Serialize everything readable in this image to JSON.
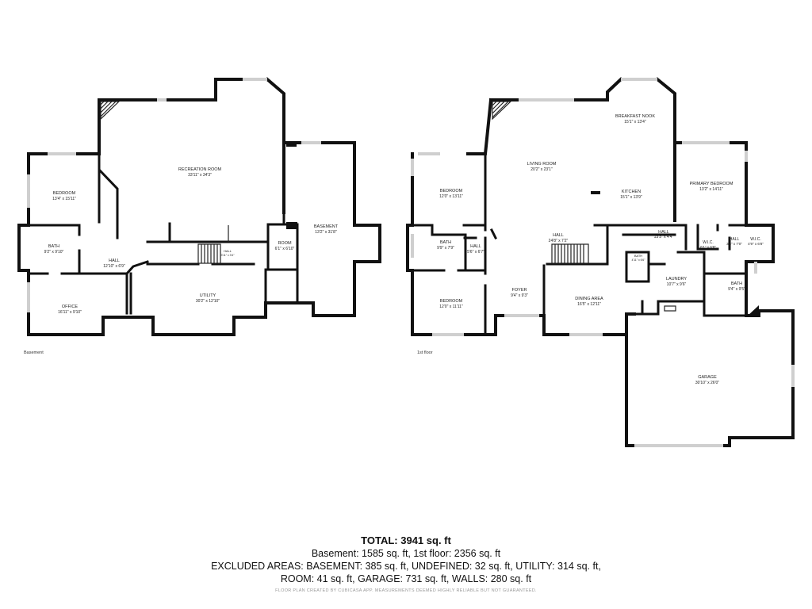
{
  "floors": [
    {
      "label": "Basement",
      "rooms": [
        {
          "name": "RECREATION ROOM",
          "dims": "33'11\" x 34'3\""
        },
        {
          "name": "BEDROOM",
          "dims": "13'4\" x 15'11\""
        },
        {
          "name": "BATH",
          "dims": "9'2\" x 9'10\""
        },
        {
          "name": "HALL",
          "dims": "12'10\" x 6'9\""
        },
        {
          "name": "HALL",
          "dims": "3'11\" x 3'4\""
        },
        {
          "name": "OFFICE",
          "dims": "16'11\" x 9'10\""
        },
        {
          "name": "UTILITY",
          "dims": "30'2\" x 12'10\""
        },
        {
          "name": "ROOM",
          "dims": "6'1\" x 6'10\""
        },
        {
          "name": "BASEMENT",
          "dims": "13'2\" x 31'8\""
        }
      ]
    },
    {
      "label": "1st floor",
      "rooms": [
        {
          "name": "BREAKFAST NOOK",
          "dims": "15'1\" x 13'4\""
        },
        {
          "name": "LIVING ROOM",
          "dims": "20'2\" x 23'1\""
        },
        {
          "name": "KITCHEN",
          "dims": "15'1\" x 13'9\""
        },
        {
          "name": "PRIMARY BEDROOM",
          "dims": "13'2\" x 14'11\""
        },
        {
          "name": "BEDROOM",
          "dims": "12'0\" x 13'11\""
        },
        {
          "name": "BATH",
          "dims": "9'9\" x 7'9\""
        },
        {
          "name": "HALL",
          "dims": "5'6\" x 6'7\""
        },
        {
          "name": "HALL",
          "dims": "24'8\" x 7'2\""
        },
        {
          "name": "HALL",
          "dims": "13'3\" x 4'4\""
        },
        {
          "name": "W.I.C.",
          "dims": "6'1\" x 6'8\""
        },
        {
          "name": "HALL",
          "dims": "3'3\" x 7'0\""
        },
        {
          "name": "W.I.C.",
          "dims": "4'9\" x 6'8\""
        },
        {
          "name": "BATH",
          "dims": "4'11\" x 6'6\""
        },
        {
          "name": "LAUNDRY",
          "dims": "10'7\" x 9'6\""
        },
        {
          "name": "BATH",
          "dims": "9'4\" x 9'5\""
        },
        {
          "name": "FOYER",
          "dims": "9'4\" x 9'3\""
        },
        {
          "name": "DINING AREA",
          "dims": "16'5\" x 12'11\""
        },
        {
          "name": "BEDROOM",
          "dims": "12'0\" x 11'11\""
        },
        {
          "name": "GARAGE",
          "dims": "30'10\" x 26'0\""
        }
      ]
    }
  ],
  "summary": {
    "total": "TOTAL: 3941 sq. ft",
    "line1": "Basement: 1585 sq. ft, 1st floor: 2356 sq. ft",
    "line2": "EXCLUDED AREAS: BASEMENT: 385 sq. ft, UNDEFINED: 32 sq. ft, UTILITY: 314 sq. ft,",
    "line3": "ROOM: 41 sq. ft, GARAGE: 731 sq. ft, WALLS: 280 sq. ft",
    "footer": "FLOOR PLAN CREATED BY CUBICASA APP. MEASUREMENTS DEEMED HIGHLY RELIABLE BUT NOT GUARANTEED."
  }
}
